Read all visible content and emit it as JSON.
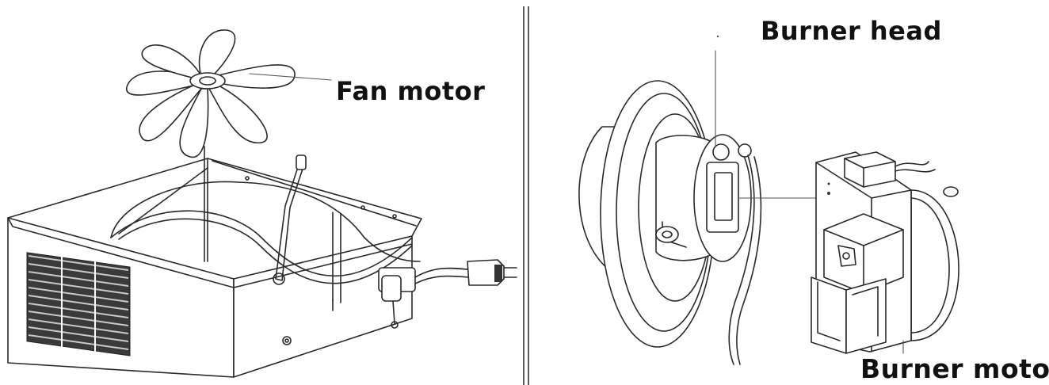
{
  "labels": {
    "fan_motor": "Fan motor",
    "burner_head": "Burner head",
    "burner_motor": "Burner motor"
  },
  "colors": {
    "line": "#2a2a2a",
    "background": "#ffffff",
    "text": "#111111"
  }
}
